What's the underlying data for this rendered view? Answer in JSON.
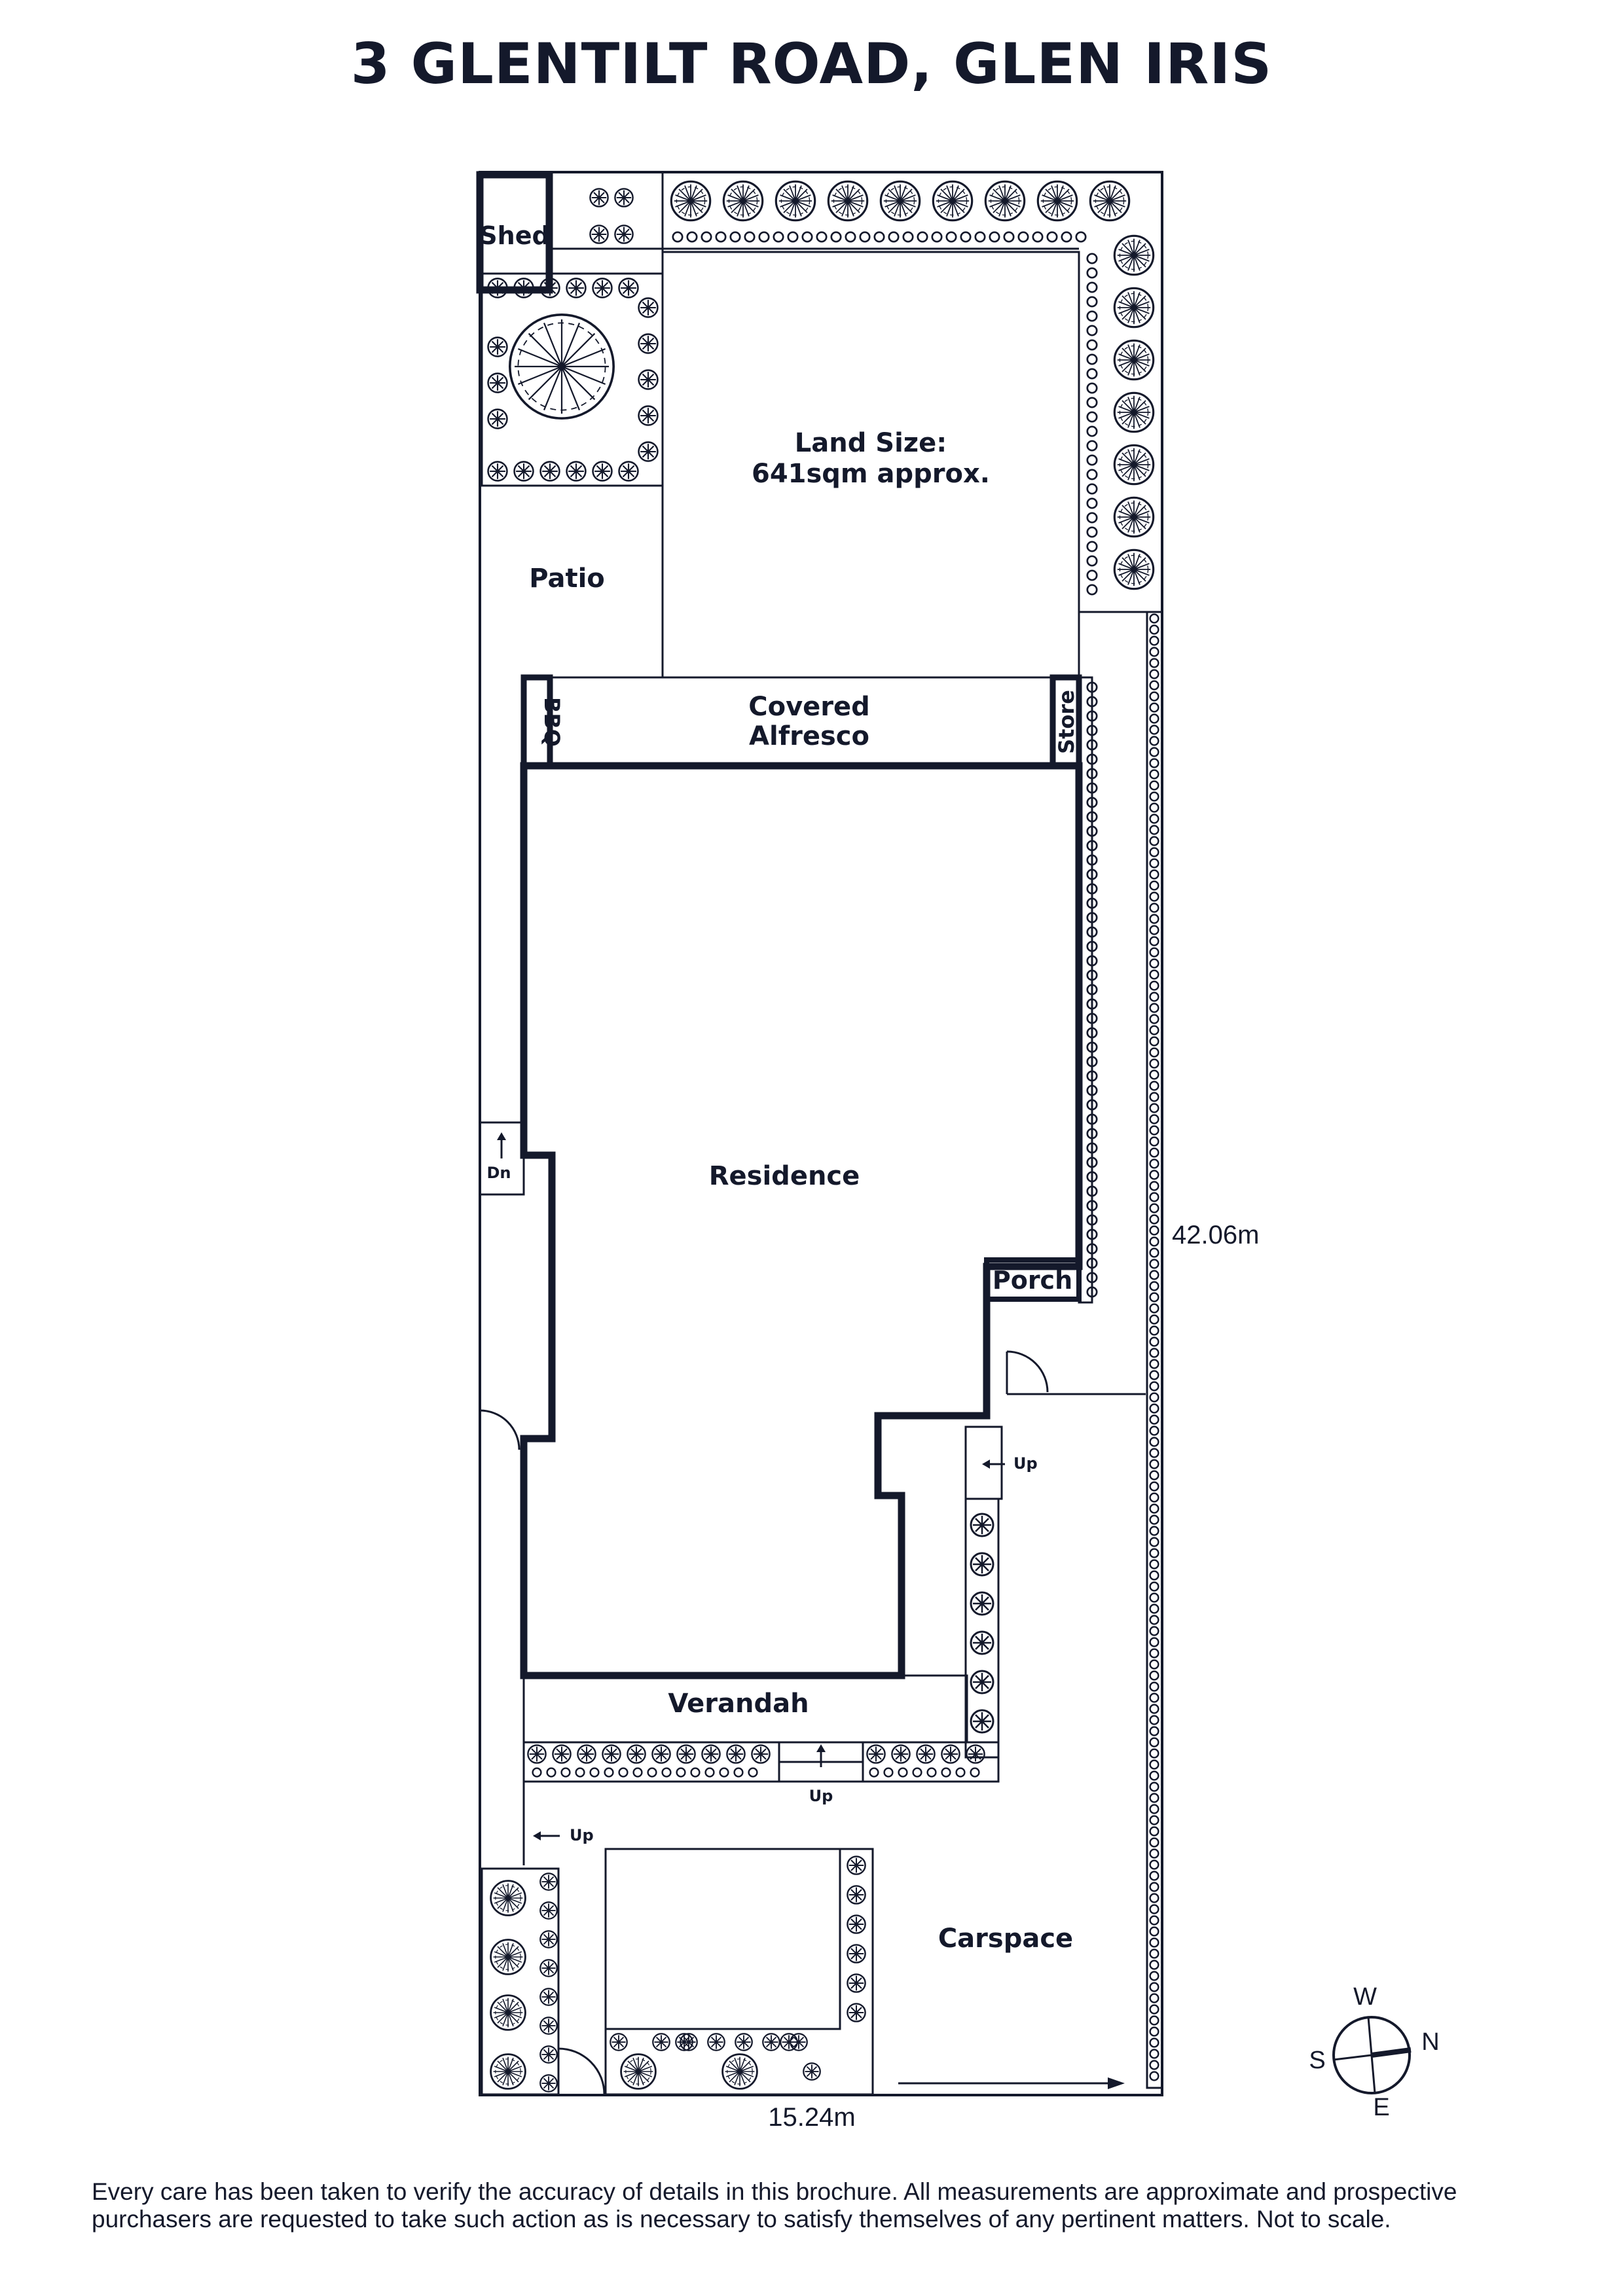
{
  "page": {
    "title": "3 GLENTILT ROAD, GLEN IRIS",
    "disclaimer": "Every care has been taken to verify the accuracy of details in this brochure. All measurements are approximate and prospective purchasers are requested to take such action as is necessary to satisfy themselves of any pertinent matters. Not to scale."
  },
  "plan": {
    "land_size_label": "Land Size:",
    "land_size_value": "641sqm approx.",
    "rooms": {
      "shed": "Shed",
      "patio": "Patio",
      "bbq": "BBQ",
      "covered_alfresco_line1": "Covered",
      "covered_alfresco_line2": "Alfresco",
      "store": "Store",
      "residence": "Residence",
      "porch": "Porch",
      "verandah": "Verandah",
      "carspace": "Carspace"
    },
    "stairs": {
      "down_label": "Dn",
      "up_label": "Up"
    },
    "dimensions": {
      "depth": "42.06m",
      "frontage": "15.24m"
    },
    "compass": {
      "west": "W",
      "south": "S",
      "north": "N",
      "east": "E"
    }
  },
  "colors": {
    "ink": "#14192b",
    "background": "#ffffff"
  }
}
